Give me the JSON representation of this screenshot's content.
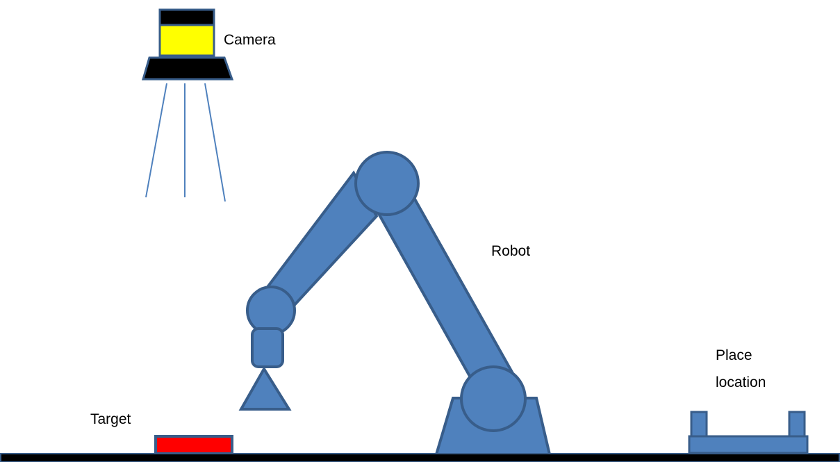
{
  "labels": {
    "camera": "Camera",
    "robot": "Robot",
    "target": "Target",
    "place_line1": "Place",
    "place_line2": "location"
  },
  "colors": {
    "robot_fill": "#4f81bd",
    "robot_stroke": "#385d8a",
    "camera_lens": "#ffff00",
    "camera_body": "#000000",
    "target_fill": "#ff0000",
    "floor": "#000000",
    "floor_edge": "#385d8a",
    "camera_rays": "#4f81bd"
  }
}
